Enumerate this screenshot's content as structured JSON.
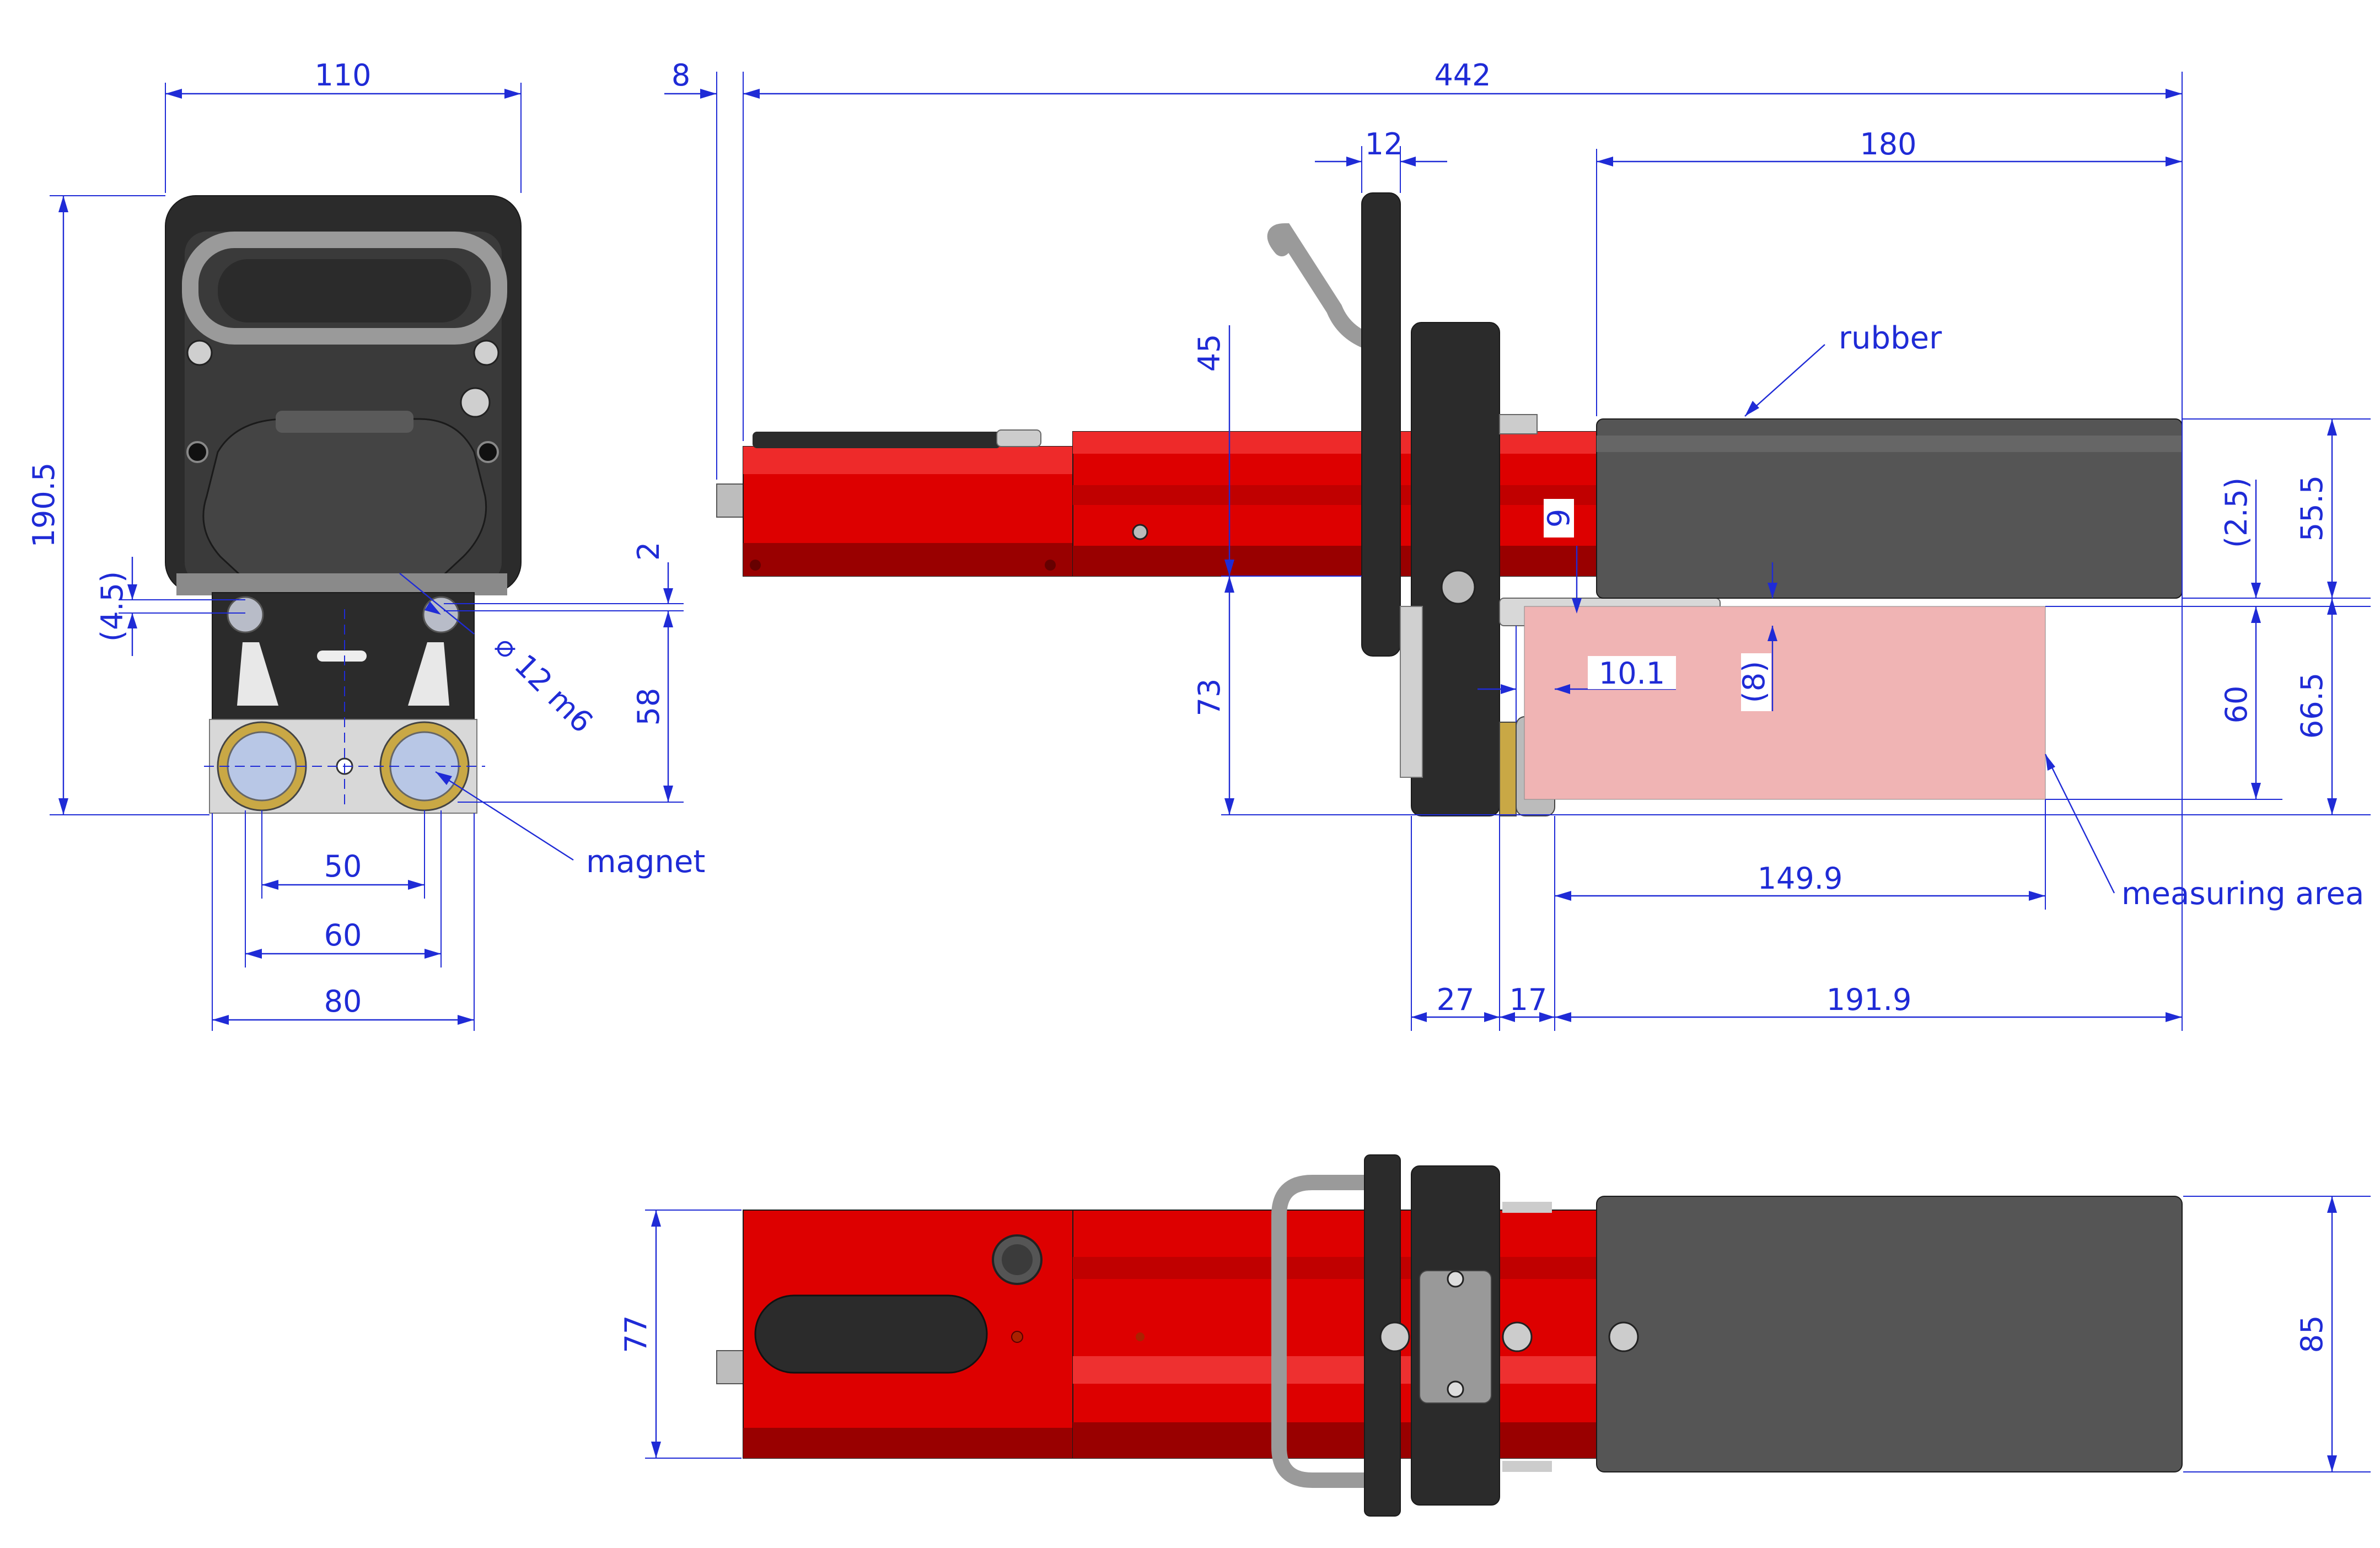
{
  "colors": {
    "dimension": "#1f2bd6",
    "body_red": "#dd0000",
    "body_red_dark": "#990000",
    "body_red_light": "#ee2a2a",
    "housing_black": "#2b2b2b",
    "rubber_grey": "#555555",
    "magnet_blue": "#b8c7e6",
    "magnet_ring": "#c9a845",
    "measuring_area": "#f0b4b4",
    "steel": "#c8c8c8"
  },
  "front_view": {
    "dims": {
      "width_top": "110",
      "height_total": "190.5",
      "offset_left": "(4.5)",
      "gap_small": "2",
      "height_lower": "58",
      "hole_spacing_50": "50",
      "width_60": "60",
      "width_80": "80",
      "bore": "⌀ 12 m6"
    },
    "labels": {
      "magnet": "magnet"
    }
  },
  "side_view": {
    "dims": {
      "pin": "8",
      "overall_length": "442",
      "flange_width": "12",
      "rubber_length": "180",
      "height_upper": "45",
      "height_lower": "73",
      "gap_9": "9",
      "offset_10_1": "10.1",
      "offset_8": "(8)",
      "offset_2_5": "(2.5)",
      "rubber_height": "55.5",
      "area_height": "60",
      "right_height": "66.5",
      "area_length": "149.9",
      "len_27": "27",
      "len_17": "17",
      "len_191_9": "191.9"
    },
    "labels": {
      "rubber": "rubber",
      "measuring_area": "measuring area"
    }
  },
  "top_view": {
    "dims": {
      "width_77": "77",
      "width_85": "85"
    }
  }
}
